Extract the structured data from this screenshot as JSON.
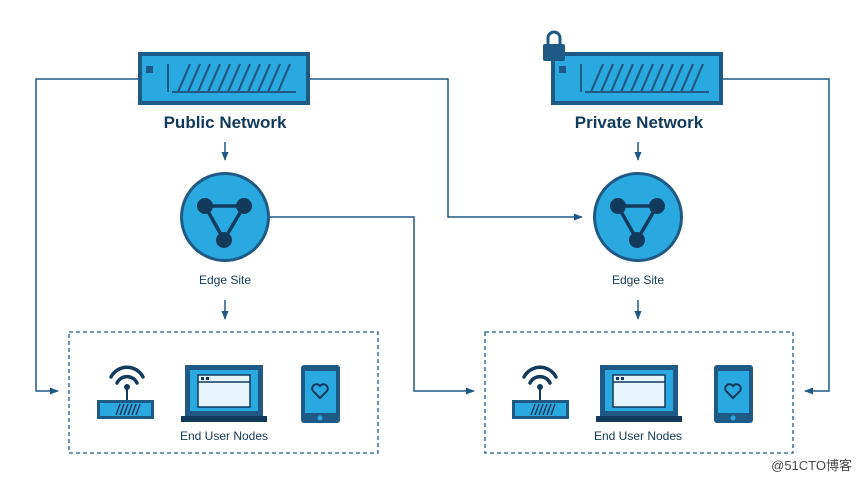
{
  "networks": {
    "public": {
      "title": "Public Network",
      "edge_label": "Edge Site",
      "nodes_label": "End User Nodes"
    },
    "private": {
      "title": "Private Network",
      "edge_label": "Edge Site",
      "nodes_label": "End User Nodes"
    }
  },
  "watermark": "@51CTO博客",
  "colors": {
    "accent": "#2aa8e0",
    "line": "#1f5a87",
    "dark": "#123a5c",
    "screen": "#e6f4fb"
  },
  "icons": [
    "server-icon",
    "lock-icon",
    "edge-node-icon",
    "wifi-router-icon",
    "laptop-icon",
    "phone-icon"
  ]
}
